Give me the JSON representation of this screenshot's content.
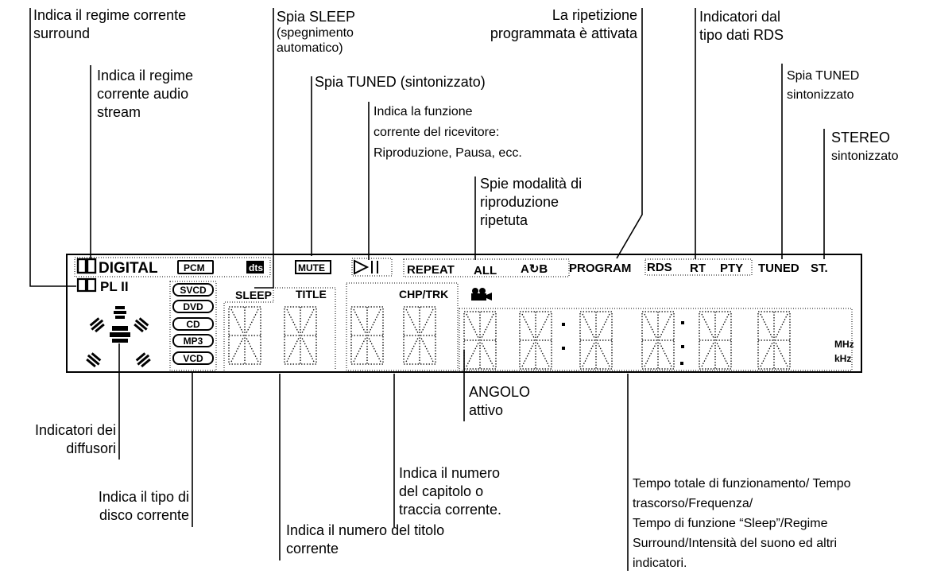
{
  "callouts": {
    "surround": [
      "Indica il regime corrente",
      "surround"
    ],
    "audio_stream": [
      "Indica il regime",
      "corrente audio",
      "stream"
    ],
    "sleep_spia": [
      "Spia SLEEP",
      "(spegnimento",
      "automatico)"
    ],
    "tuned_spia": [
      "Spia TUNED (sintonizzato)"
    ],
    "funzione": [
      "Indica la funzione",
      "corrente del ricevitore:",
      "Riproduzione, Pausa, ecc."
    ],
    "ripetizione": [
      "La ripetizione",
      "programmata è attivata"
    ],
    "rds": [
      "Indicatori dal",
      "tipo dati RDS"
    ],
    "tuned_sint": [
      "Spia TUNED",
      "sintonizzato"
    ],
    "stereo": [
      "STEREO",
      "sintonizzato"
    ],
    "repeat_modes": [
      "Spie modalità di",
      "riproduzione",
      "ripetuta"
    ],
    "diffusori": [
      "Indicatori dei",
      "diffusori"
    ],
    "tipo_disco": [
      "Indica il tipo di",
      "disco corrente"
    ],
    "titolo": [
      "Indica il numero del titolo",
      "corrente"
    ],
    "capitolo": [
      "Indica il numero",
      "del capitolo o",
      "traccia corrente."
    ],
    "angolo": [
      "ANGOLO",
      "attivo"
    ],
    "tempo": [
      "Tempo totale di funzionamento/ Tempo",
      "trascorso/Frequenza/",
      "Tempo di funzione “Sleep”/Regime",
      "Surround/Intensità del suono ed altri",
      "indicatori."
    ]
  },
  "display": {
    "digital": "DIGITAL",
    "pcm": "PCM",
    "dts": "dts",
    "mute": "MUTE",
    "pl2": "PL II",
    "repeat": "REPEAT",
    "all": "ALL",
    "ab": "A↻B",
    "program": "PROGRAM",
    "rds": "RDS",
    "rt": "RT",
    "pty": "PTY",
    "tuned": "TUNED",
    "st": "ST.",
    "sleep": "SLEEP",
    "title": "TITLE",
    "chp_trk": "CHP/TRK",
    "mhz": "MHz",
    "khz": "kHz",
    "discs": [
      "SVCD",
      "DVD",
      "CD",
      "MP3",
      "VCD"
    ]
  }
}
